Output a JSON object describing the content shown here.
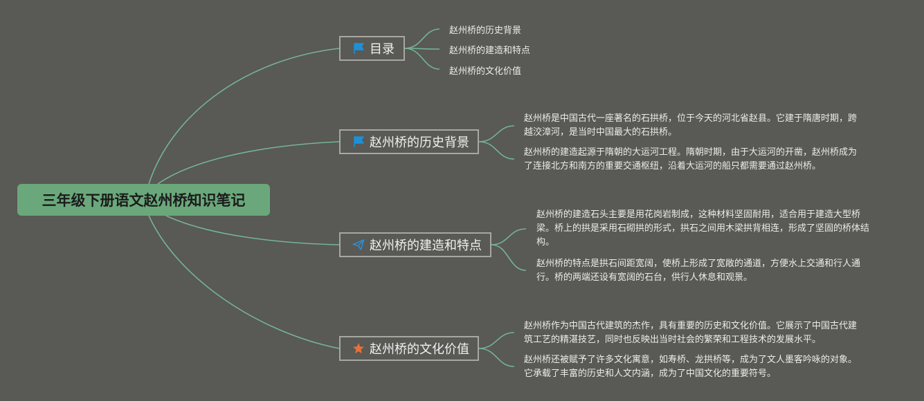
{
  "root": {
    "title": "三年级下册语文赵州桥知识笔记"
  },
  "branches": [
    {
      "label": "目录",
      "icon": "blue-flag-icon",
      "items": [
        "赵州桥的历史背景",
        "赵州桥的建造和特点",
        "赵州桥的文化价值"
      ]
    },
    {
      "label": "赵州桥的历史背景",
      "icon": "blue-flag-icon",
      "items": [
        "赵州桥是中国古代一座著名的石拱桥，位于今天的河北省赵县。它建于隋唐时期，跨越洨漳河，是当时中国最大的石拱桥。",
        "赵州桥的建造起源于隋朝的大运河工程。隋朝时期，由于大运河的开凿，赵州桥成为了连接北方和南方的重要交通枢纽，沿着大运河的船只都需要通过赵州桥。"
      ]
    },
    {
      "label": "赵州桥的建造和特点",
      "icon": "paper-plane-icon",
      "items": [
        "赵州桥的建造石头主要是用花岗岩制成，这种材料坚固耐用，适合用于建造大型桥梁。桥上的拱是采用石砌拱的形式，拱石之间用木梁拱背相连，形成了坚固的桥体结构。",
        "赵州桥的特点是拱石间距宽阔，使桥上形成了宽敞的通道，方便水上交通和行人通行。桥的两端还设有宽阔的石台，供行人休息和观景。"
      ]
    },
    {
      "label": "赵州桥的文化价值",
      "icon": "orange-star-icon",
      "items": [
        "赵州桥作为中国古代建筑的杰作，具有重要的历史和文化价值。它展示了中国古代建筑工艺的精湛技艺，同时也反映出当时社会的繁荣和工程技术的发展水平。",
        "赵州桥还被赋予了许多文化寓意，如寿桥、龙拱桥等，成为了文人墨客吟咏的对象。它承载了丰富的历史和人文内涵，成为了中国文化的重要符号。"
      ]
    }
  ],
  "colors": {
    "background": "#595955",
    "connector": "#74b595",
    "root_fill": "#6aa87b",
    "topic_border": "#a8a8a3",
    "flag": "#1e90d8",
    "plane": "#2b8fd6",
    "star": "#e8703a"
  }
}
